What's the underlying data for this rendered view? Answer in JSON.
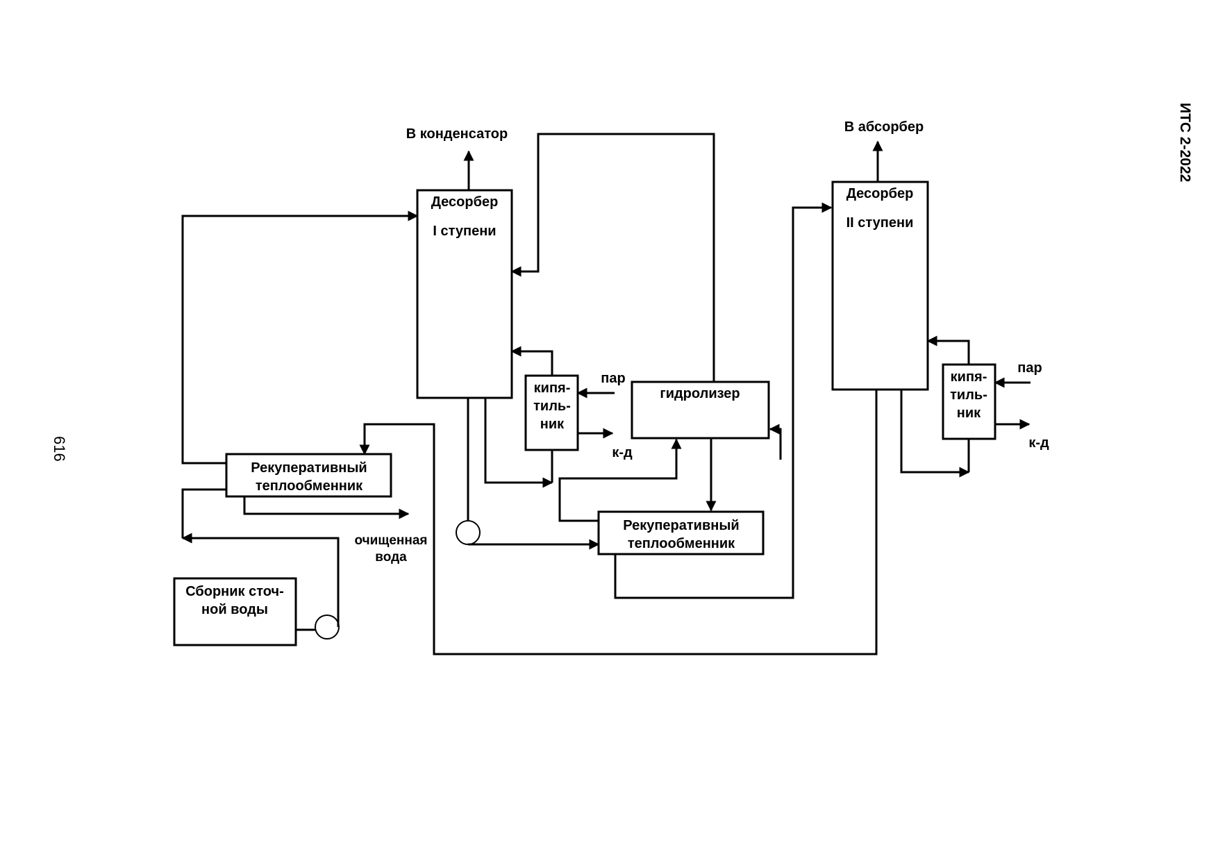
{
  "document": {
    "code": "ИТС 2-2022",
    "page_number": "616"
  },
  "units": {
    "desorber_1": {
      "line1": "Десорбер",
      "line2": "I ступени"
    },
    "desorber_2": {
      "line1": "Десорбер",
      "line2": "II ступени"
    },
    "reboiler_1": {
      "line1": "кипя-",
      "line2": "тиль-",
      "line3": "ник"
    },
    "reboiler_2": {
      "line1": "кипя-",
      "line2": "тиль-",
      "line3": "ник"
    },
    "hydrolyzer": {
      "label": "гидролизер"
    },
    "heat_exchanger_1": {
      "line1": "Рекуперативный",
      "line2": "теплообменник"
    },
    "heat_exchanger_2": {
      "line1": "Рекуперативный",
      "line2": "теплообменник"
    },
    "collector": {
      "line1": "Сборник сточ-",
      "line2": "ной воды"
    }
  },
  "flows": {
    "to_condenser": "В конденсатор",
    "to_absorber": "В абсорбер",
    "steam_1": "пар",
    "condensate_1": "к-д",
    "steam_2": "пар",
    "condensate_2": "к-д",
    "purified_water_line1": "очищенная",
    "purified_water_line2": "вода"
  }
}
